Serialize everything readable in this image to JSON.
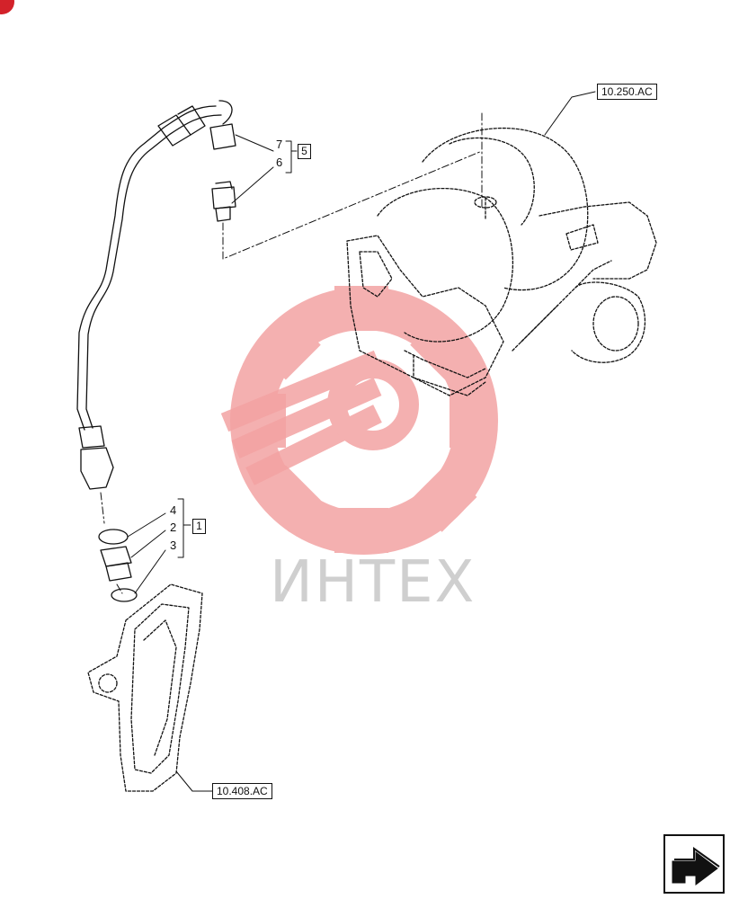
{
  "callouts": {
    "c7": "7",
    "c6": "6",
    "c5": "5",
    "c4": "4",
    "c2": "2",
    "c3": "3",
    "c1": "1"
  },
  "references": {
    "turbocharger": "10.250.AC",
    "housing": "10.408.AC"
  },
  "watermark": {
    "text": "ИНТЕХ",
    "color": "#f0a0a0"
  },
  "icons": {
    "nav": "next-page-arrow-icon",
    "corner": "red-badge"
  },
  "colors": {
    "line": "#111111",
    "watermark_gear": "#f3a3a3",
    "watermark_text": "#cfcfcf",
    "badge": "#d3222a"
  }
}
